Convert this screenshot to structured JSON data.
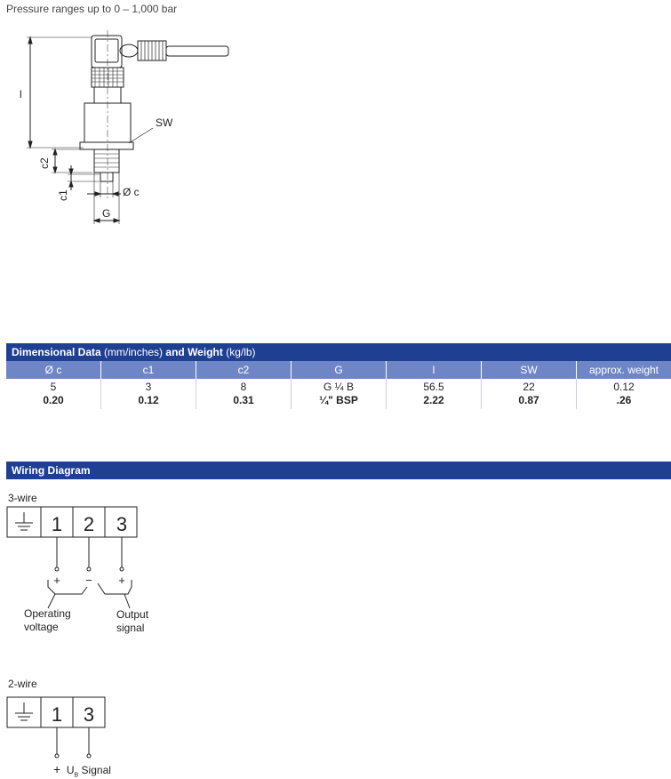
{
  "caption": "Pressure ranges up to 0 – 1,000 bar",
  "drawing": {
    "label_l": "l",
    "label_sw": "SW",
    "label_c2": "c2",
    "label_c1": "c1",
    "label_oc": "Ø c",
    "label_g": "G"
  },
  "dimensional": {
    "title_bold": "Dimensional Data",
    "title_units": "(mm/inches)",
    "title_mid": "and Weight",
    "title_units2": "(kg/lb)",
    "columns": [
      {
        "header": "Ø c",
        "metric": "5",
        "imperial": "0.20"
      },
      {
        "header": "c1",
        "metric": "3",
        "imperial": "0.12"
      },
      {
        "header": "c2",
        "metric": "8",
        "imperial": "0.31"
      },
      {
        "header": "G",
        "metric": "G ¼ B",
        "imperial": "¼\" BSP"
      },
      {
        "header": "l",
        "metric": "56.5",
        "imperial": "2.22"
      },
      {
        "header": "SW",
        "metric": "22",
        "imperial": "0.87"
      },
      {
        "header": "approx. weight",
        "metric": "0.12",
        "imperial": ".26"
      }
    ]
  },
  "wiring": {
    "title": "Wiring Diagram",
    "three_wire": {
      "label": "3-wire",
      "pins": [
        "1",
        "2",
        "3"
      ],
      "signs": [
        "+",
        "−",
        "+"
      ],
      "operating_line1": "Operating",
      "operating_line2": "voltage",
      "output_line1": "Output",
      "output_line2": "signal"
    },
    "two_wire": {
      "label": "2-wire",
      "pins": [
        "1",
        "3"
      ],
      "plus": "+",
      "ub_main": "U",
      "ub_sub": "B",
      "signal": "Signal"
    }
  },
  "colors": {
    "header_bar": "#1f3f93",
    "column_header": "#6f86c6"
  }
}
